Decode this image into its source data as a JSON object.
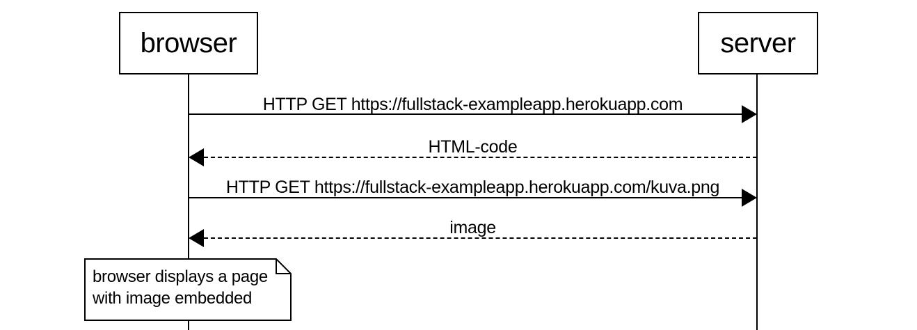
{
  "diagram": {
    "kind": "sequence-diagram",
    "actors": [
      {
        "id": "browser",
        "label": "browser"
      },
      {
        "id": "server",
        "label": "server"
      }
    ],
    "messages": [
      {
        "from": "browser",
        "to": "server",
        "line_style": "solid",
        "label": "HTTP GET https://fullstack-exampleapp.herokuapp.com"
      },
      {
        "from": "server",
        "to": "browser",
        "line_style": "dashed",
        "label": "HTML-code"
      },
      {
        "from": "browser",
        "to": "server",
        "line_style": "solid",
        "label": "HTTP GET https://fullstack-exampleapp.herokuapp.com/kuva.png"
      },
      {
        "from": "server",
        "to": "browser",
        "line_style": "dashed",
        "label": "image"
      }
    ],
    "note": {
      "attached_to": "browser",
      "lines": [
        "browser displays a page",
        "with image embedded"
      ]
    },
    "colors": {
      "stroke": "#000000",
      "fill": "#ffffff",
      "text": "#000000"
    }
  }
}
